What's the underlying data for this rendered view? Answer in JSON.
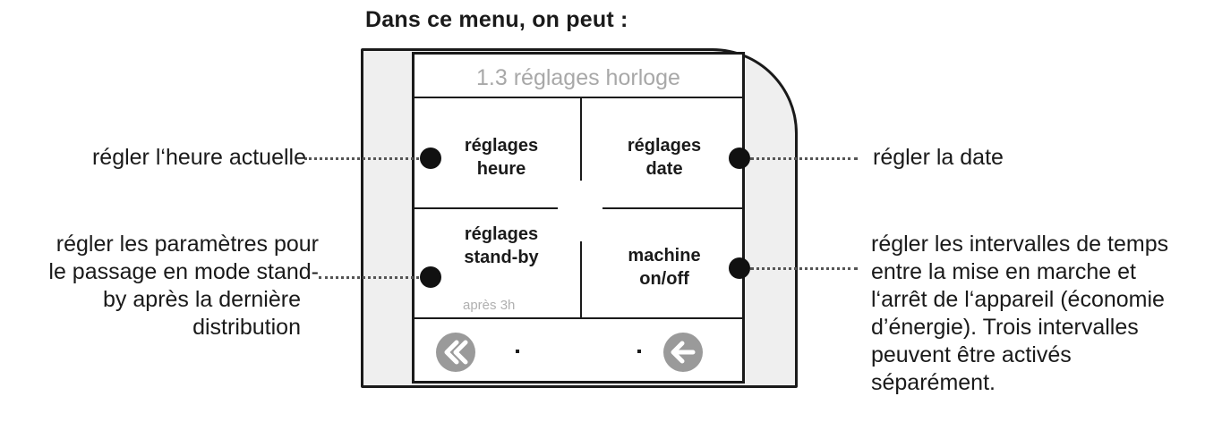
{
  "heading": "Dans ce menu, on peut :",
  "screen": {
    "title": "1.3 réglages horloge",
    "cells": [
      {
        "line1": "réglages",
        "line2": "heure"
      },
      {
        "line1": "réglages",
        "line2": "date"
      },
      {
        "line1": "réglages",
        "line2": "stand-by",
        "sub": "après 3h"
      },
      {
        "line1": "machine",
        "line2": "on/off"
      }
    ],
    "nav": {
      "back_fast_icon": "double-chevron-left-icon",
      "back_icon": "arrow-left-icon"
    }
  },
  "annotations": {
    "top_left": [
      "régler l‘heure actuelle"
    ],
    "top_right": [
      "régler la date"
    ],
    "bottom_left": [
      "régler les paramètres pour",
      "le passage en mode stand-",
      "by après la dernière",
      "distribution"
    ],
    "bottom_right": [
      "régler les intervalles de temps",
      "entre la mise en marche et",
      "l‘arrêt de l‘appareil (économie",
      "d’énergie). Trois intervalles",
      "peuvent être activés",
      "séparément."
    ]
  }
}
